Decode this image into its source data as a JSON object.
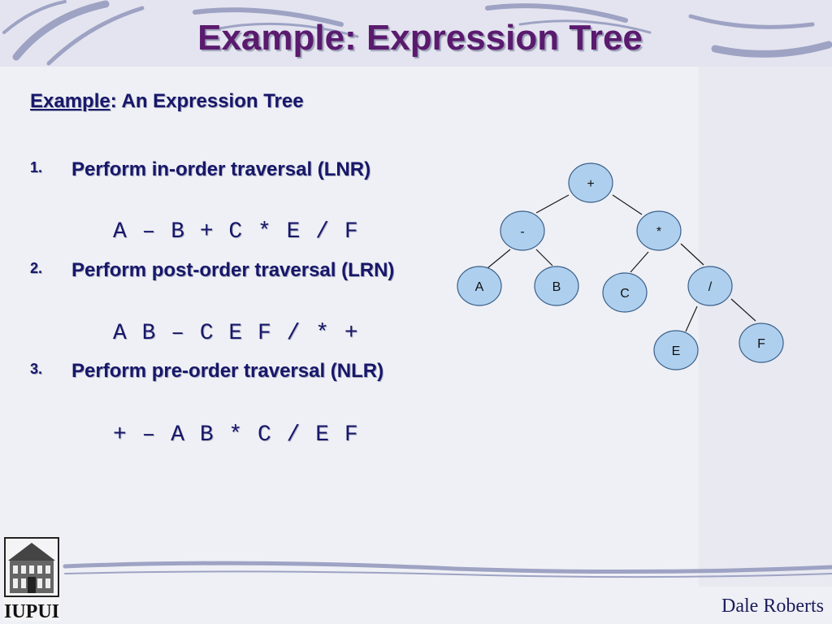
{
  "slide": {
    "title": "Example: Expression Tree",
    "subtitle_label": "Example",
    "subtitle_rest": ":  An Expression Tree",
    "items": [
      {
        "number": "1.",
        "text": "Perform in-order traversal (LNR)",
        "expression": "A – B + C * E / F"
      },
      {
        "number": "2.",
        "text": "Perform post-order traversal (LRN)",
        "expression": "A B – C E F / * +"
      },
      {
        "number": "3.",
        "text": "Perform pre-order traversal (NLR)",
        "expression": "+ – A B * C / E F"
      }
    ],
    "footer": "Dale Roberts",
    "logo_text": "IUPUI"
  },
  "tree": {
    "nodes": [
      "+",
      "-",
      "*",
      "A",
      "B",
      "C",
      "/",
      "E",
      "F"
    ],
    "node_fill": "#aed0ee",
    "node_stroke": "#3b5f8a"
  }
}
